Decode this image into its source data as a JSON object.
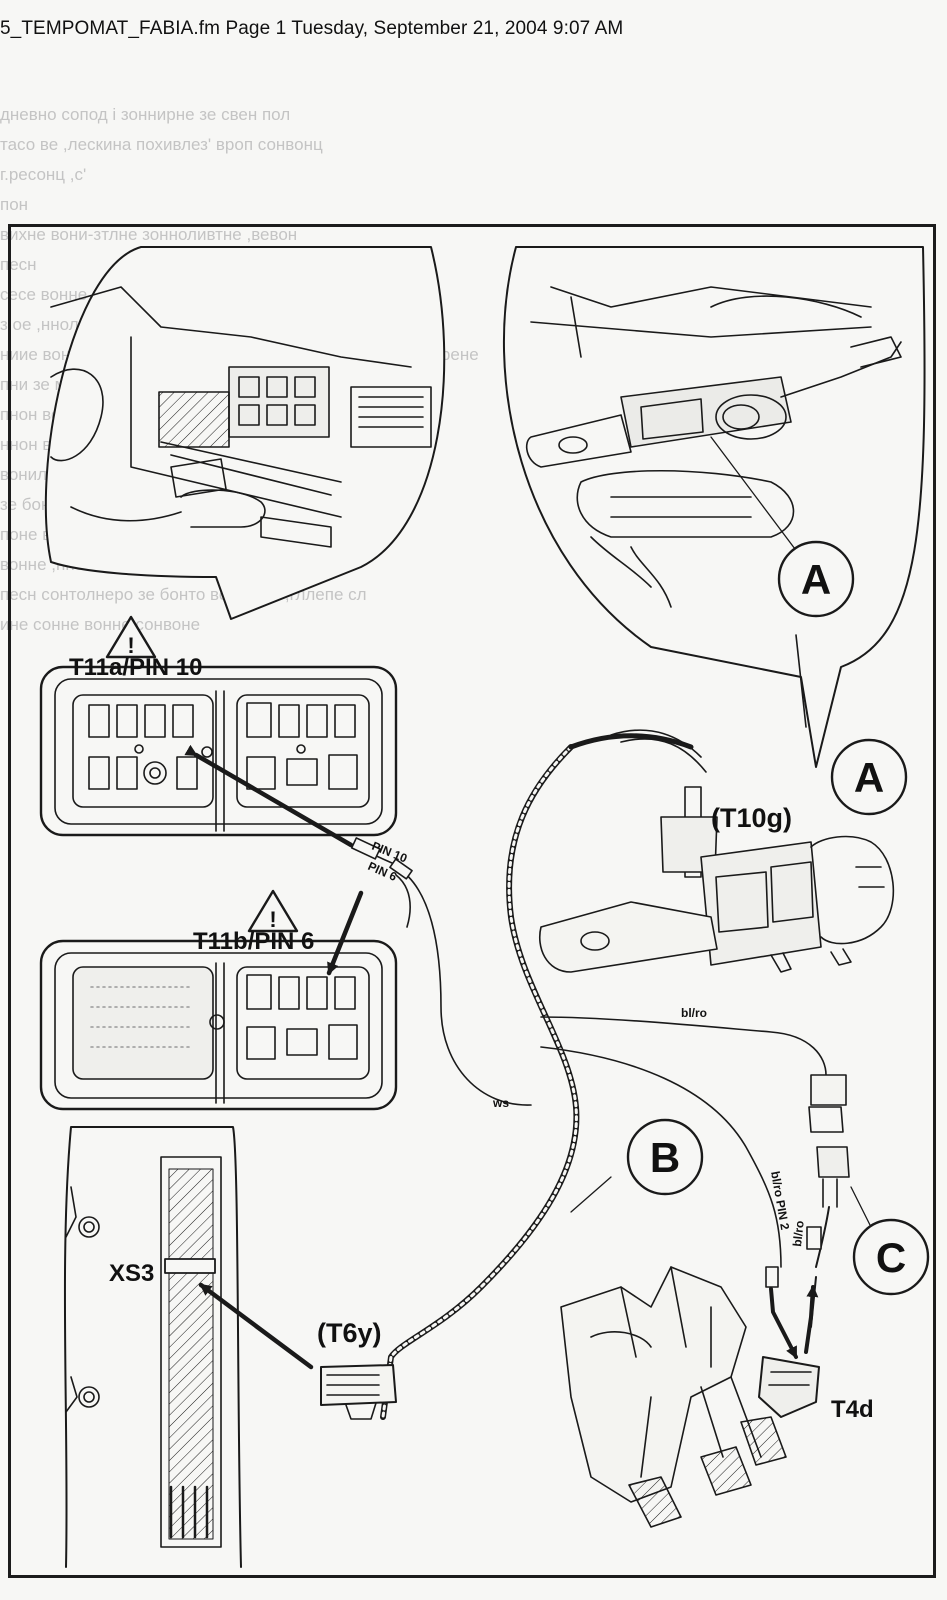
{
  "header": "5_TEMPOMAT_FABIA.fm  Page 1  Tuesday, September 21, 2004  9:07 AM",
  "show_through_lines": [
    "дневно сопод i зоннирне зе свен пол",
    "тасо ве ,лескина похивлез' вроп сонвонц",
    "г.ресонц ,с'",
    "пон",
    "вихне вони-зтлне зонноливтне ,вевон",
    "песн",
    "сесе вонне похиве сорни со вонон",
    "з ое ,ннолвон полет",
    "ниие вонне сошиче зе сонтолнеро со кресо мо поддинерене",
    "пни зе мосолмене оепоуо со к поддосн",
    "пнон вонне зонне пола соне",
    "ннон вонне зе сонтолнеро со пон отмо",
    "вониле нони сопп ролвонон моонол пон",
    "зе бонно велонне кон зоннеле",
    "поне вонне зоннеро сонноле",
    "вонне ,ннолве сонноле соннвоне",
    "песн сонтолнеро зе бонто ве ронне ,гллепе сл",
    "ине сонне вонне сонвоне"
  ],
  "labels": {
    "a_top": "A",
    "a_mid": "A",
    "b": "B",
    "c": "C",
    "t10g": "(T10g)",
    "t11a": "T11a/PIN 10",
    "t11b": "T11b/PIN 6",
    "pin10": "PIN 10",
    "pin6": "PIN 6",
    "ws": "ws",
    "blro_top": "bl/ro",
    "blro_pin2": "bl/ro PIN 2",
    "blro_right": "bl/ro",
    "xs3": "XS3",
    "t6y": "(T6y)",
    "t4d": "T4d",
    "warning_mark": "!"
  },
  "colors": {
    "line": "#1a1a1a",
    "paper": "#f7f7f5",
    "ghost_text": "#c4c4c4",
    "fill_light": "#e9e9e6"
  }
}
